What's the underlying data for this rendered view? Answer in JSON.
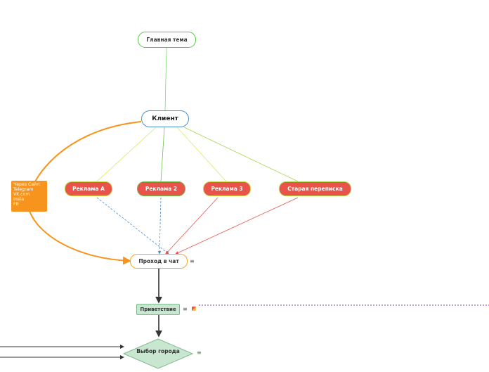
{
  "nodes": {
    "main_topic": "Главная тема",
    "client": "Клиент",
    "ad_a": "Реклама А",
    "ad_2": "Реклама 2",
    "ad_3": "Реклама 3",
    "old_chat": "Старая переписка",
    "note": "Через Сайт:\nTelegram\nVK.com\nInsta\nFB",
    "chat_entry": "Проход в чат",
    "greeting": "Приветствие",
    "city_choice": "Выбор города"
  },
  "colors": {
    "green": "#57c64a",
    "blue": "#4a90c9",
    "red": "#e8534a",
    "orange": "#f7941d",
    "purple": "#8b2fc9",
    "mint": "#c8e6d0"
  },
  "icons": {
    "menu": "≡",
    "flag": "flag-icon"
  }
}
